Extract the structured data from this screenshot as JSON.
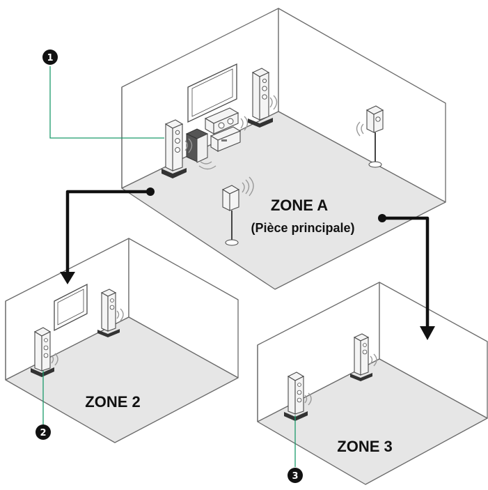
{
  "zones": {
    "zone_a": {
      "name": "ZONE A",
      "subtitle": "(Pièce principale)"
    },
    "zone_2": {
      "name": "ZONE 2"
    },
    "zone_3": {
      "name": "ZONE 3"
    }
  },
  "callouts": [
    "❶",
    "❷",
    "❸"
  ],
  "colors": {
    "leader": "#1a9a6a",
    "floor": "#e6e6e6",
    "wall_line": "#6a6a6a",
    "arrow": "#111111"
  }
}
